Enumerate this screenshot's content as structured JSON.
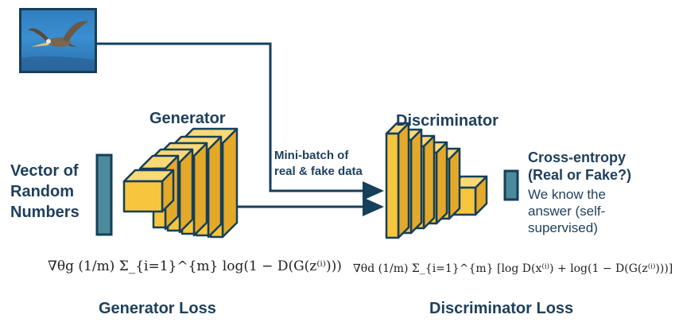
{
  "labels": {
    "generator": "Generator",
    "discriminator": "Discriminator",
    "vector_line1": "Vector of",
    "vector_line2": "Random",
    "vector_line3": "Numbers",
    "minibatch_line1": "Mini-batch of",
    "minibatch_line2": "real & fake data",
    "crossentropy_line1": "Cross-entropy",
    "crossentropy_line2": "(Real or Fake?)",
    "know_line1": "We know the",
    "know_line2": "answer (self-",
    "know_line3": "supervised)",
    "generator_loss": "Generator Loss",
    "discriminator_loss": "Discriminator Loss"
  },
  "formulas": {
    "generator": "∇θg (1/m) Σ_{i=1}^{m} log(1 − D(G(z⁽ⁱ⁾)))",
    "discriminator": "∇θd (1/m) Σ_{i=1}^{m} [log D(x⁽ⁱ⁾) + log(1 − D(G(z⁽ⁱ⁾)))]"
  },
  "colors": {
    "dark_blue": "#153f5a",
    "text_blue": "#1e3f5c",
    "teal": "#4b8a9c",
    "layer_yellow": "#f7c53e",
    "layer_side": "#e5a92a",
    "layer_top": "#fbd977"
  },
  "icons": {
    "photo": "pelican-photo"
  }
}
